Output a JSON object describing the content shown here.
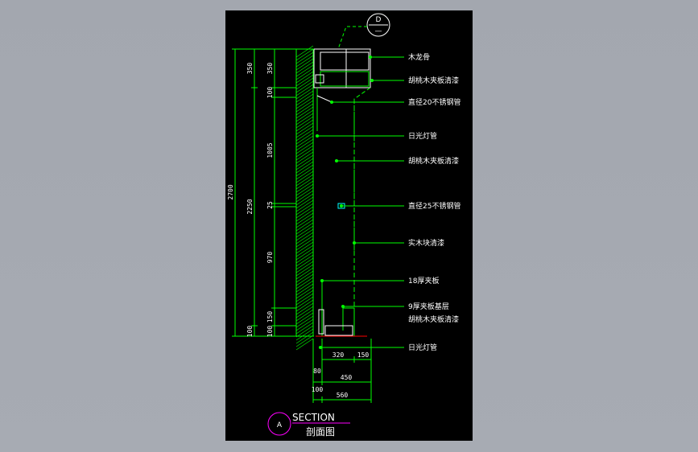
{
  "drawing": {
    "callout_detail": {
      "top": "D",
      "bottom": "—"
    },
    "labels": [
      "木龙骨",
      "胡桃木夹板清漆",
      "直径20不锈钢管",
      "日光灯管",
      "胡桃木夹板清漆",
      "直径25不锈钢管",
      "实木块清漆",
      "18厚夹板",
      "9厚夹板基层",
      "胡桃木夹板清漆",
      "日光灯管"
    ],
    "dims_vertical_outer": [
      "2700"
    ],
    "dims_vertical_mid": [
      "350",
      "2250",
      "100"
    ],
    "dims_vertical_inner": [
      "350",
      "100",
      "1005",
      "25",
      "970",
      "150",
      "100"
    ],
    "dims_horizontal": [
      "320",
      "150",
      "80",
      "450",
      "100",
      "560"
    ],
    "section_mark": "A",
    "section_title": "SECTION",
    "section_subtitle": "剖面图"
  },
  "colors": {
    "background": "#a5a9b1",
    "sheet": "#000000",
    "lines": "#00ff00",
    "text": "#ffffff",
    "accent": "#ff00ff",
    "red": "#ff0000"
  }
}
